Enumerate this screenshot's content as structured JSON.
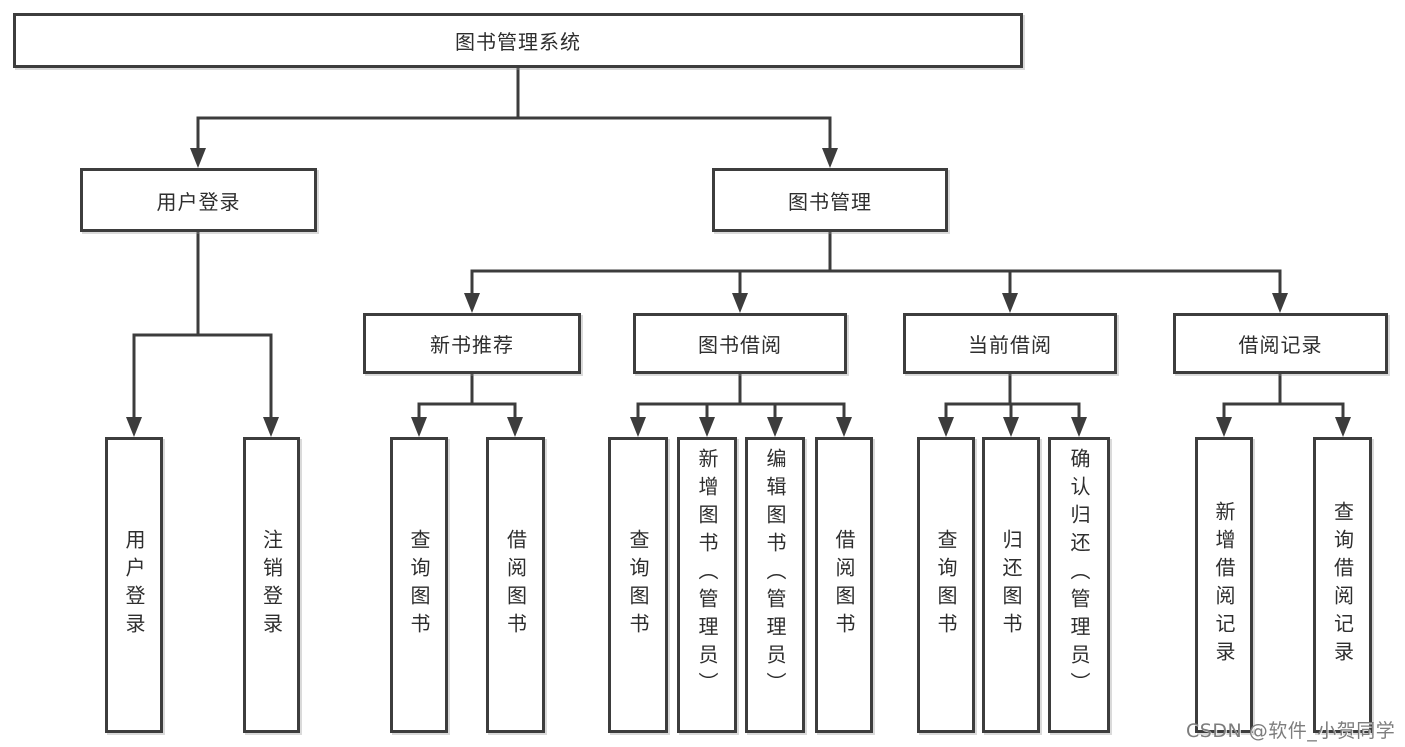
{
  "diagram": {
    "title": "图书管理系统",
    "branches": [
      {
        "label": "用户登录",
        "children": [
          {
            "label": "用户登录"
          },
          {
            "label": "注销登录"
          }
        ]
      },
      {
        "label": "图书管理",
        "children": [
          {
            "label": "新书推荐",
            "children": [
              {
                "label": "查询图书"
              },
              {
                "label": "借阅图书"
              }
            ]
          },
          {
            "label": "图书借阅",
            "children": [
              {
                "label": "查询图书"
              },
              {
                "label": "新增图书（管理员）"
              },
              {
                "label": "编辑图书（管理员）"
              },
              {
                "label": "借阅图书"
              }
            ]
          },
          {
            "label": "当前借阅",
            "children": [
              {
                "label": "查询图书"
              },
              {
                "label": "归还图书"
              },
              {
                "label": "确认归还（管理员）"
              }
            ]
          },
          {
            "label": "借阅记录",
            "children": [
              {
                "label": "新增借阅记录"
              },
              {
                "label": "查询借阅记录"
              }
            ]
          }
        ]
      }
    ]
  },
  "watermark": {
    "text": "CSDN @软件_小贺同学"
  },
  "colors": {
    "line": "#3c3c3c",
    "box_border": "#3d3d3d",
    "text": "#2e2e2e",
    "watermark_text": "#7d7d7d",
    "background": "#ffffff"
  }
}
